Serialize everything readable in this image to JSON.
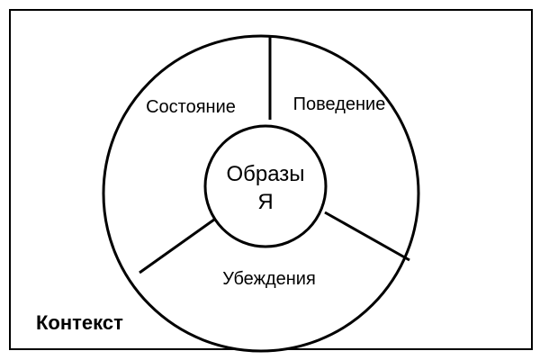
{
  "diagram": {
    "segments": {
      "top_left": "Состояние",
      "top_right": "Поведение",
      "bottom": "Убеждения"
    },
    "center": {
      "line1": "Образы",
      "line2": "Я"
    },
    "context_label": "Контекст",
    "colors": {
      "stroke": "#000000",
      "background": "#ffffff"
    }
  }
}
